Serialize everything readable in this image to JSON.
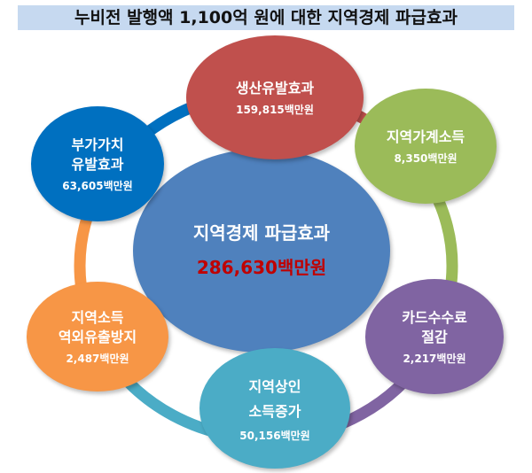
{
  "title": "누비전 발행액 1,100억 원에 대한 지역경제 파급효과",
  "center": {
    "label": "지역경제 파급효과",
    "value": "286,630백만원",
    "color": "#4f81bd"
  },
  "nodes": [
    {
      "label": "생산유발효과",
      "value": "159,815백만원",
      "color": "#c0504d"
    },
    {
      "label": "지역가계소득",
      "value": "8,350백만원",
      "color": "#9bbb59"
    },
    {
      "label": "카드수수료\n절감",
      "value": "2,217백만원",
      "color": "#8064a2"
    },
    {
      "label": "지역상인\n소득증가",
      "value": "50,156백만원",
      "color": "#4bacc6"
    },
    {
      "label": "지역소득\n역외유출방지",
      "value": "2,487백만원",
      "color": "#f79646"
    },
    {
      "label": "부가가치\n유발효과",
      "value": "63,605백만원",
      "color": "#0070c0"
    }
  ]
}
